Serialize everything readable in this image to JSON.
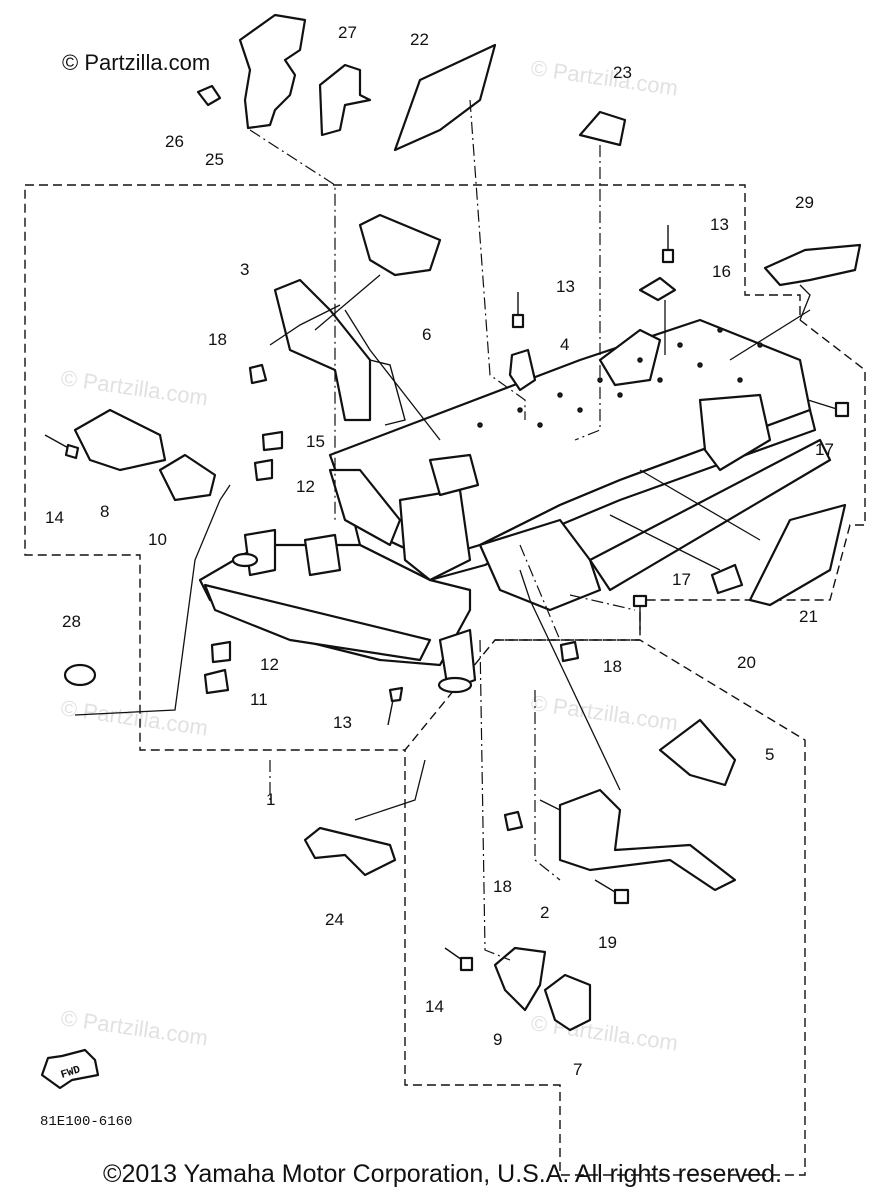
{
  "watermark_top": "© Partzilla.com",
  "watermark": "© Partzilla.com",
  "diagram_code": "81E100-6160",
  "fwd_label": "FWD",
  "copyright": "©2013  Yamaha Motor Corporation, U.S.A. All rights reserved.",
  "callouts": {
    "c1": "1",
    "c2": "2",
    "c3": "3",
    "c4": "4",
    "c5": "5",
    "c6": "6",
    "c7": "7",
    "c8": "8",
    "c9": "9",
    "c10": "10",
    "c11": "11",
    "c12a": "12",
    "c12b": "12",
    "c13a": "13",
    "c13b": "13",
    "c13c": "13",
    "c14a": "14",
    "c14b": "14",
    "c15": "15",
    "c16": "16",
    "c17a": "17",
    "c17b": "17",
    "c18a": "18",
    "c18b": "18",
    "c18c": "18",
    "c19": "19",
    "c20": "20",
    "c21": "21",
    "c22": "22",
    "c23": "23",
    "c24": "24",
    "c25": "25",
    "c26": "26",
    "c27": "27",
    "c28": "28",
    "c29": "29"
  }
}
